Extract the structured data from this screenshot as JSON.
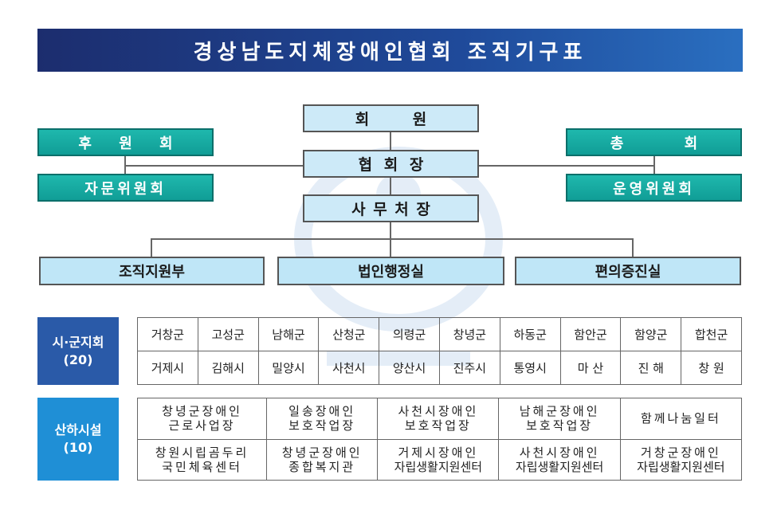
{
  "title": "경상남도지체장애인협회 조직기구표",
  "top_nodes": {
    "member": "회 원",
    "president": "협 회 장",
    "secretary": "사 무 처 장"
  },
  "left_nodes": {
    "support_committee": "후 원 회",
    "advisory_committee": "자문위원회"
  },
  "right_nodes": {
    "general_assembly": "총 회",
    "steering_committee": "운영위원회"
  },
  "departments": [
    "조직지원부",
    "법인행정실",
    "편의증진실"
  ],
  "branches": {
    "header": "시·군지회",
    "count": "(20)",
    "row1": [
      "거창군",
      "고성군",
      "남해군",
      "산청군",
      "의령군",
      "창녕군",
      "하동군",
      "함안군",
      "함양군",
      "합천군"
    ],
    "row2": [
      "거제시",
      "김해시",
      "밀양시",
      "사천시",
      "양산시",
      "진주시",
      "통영시",
      "마 산",
      "진 해",
      "창 원"
    ]
  },
  "facilities": {
    "header": "산하시설",
    "count": "(10)",
    "row1": [
      {
        "line1": "창녕군장애인",
        "line2": "근로사업장"
      },
      {
        "line1": "일송장애인",
        "line2": "보호작업장"
      },
      {
        "line1": "사천시장애인",
        "line2": "보호작업장"
      },
      {
        "line1": "남해군장애인",
        "line2": "보호작업장"
      },
      {
        "line1": "함께나눔일터",
        "line2": ""
      }
    ],
    "row2": [
      {
        "line1": "창원시립곰두리",
        "line2": "국민체육센터"
      },
      {
        "line1": "창녕군장애인",
        "line2": "종합복지관"
      },
      {
        "line1": "거제시장애인",
        "line2": "자립생활지원센터"
      },
      {
        "line1": "사천시장애인",
        "line2": "자립생활지원센터"
      },
      {
        "line1": "거창군장애인",
        "line2": "자립생활지원센터"
      }
    ]
  },
  "colors": {
    "banner": "#1f4a9a",
    "teal": "#109d96",
    "light_blue": "#cdeaf8",
    "branch_header": "#2a5aa8",
    "facility_header": "#1f8fd6"
  }
}
